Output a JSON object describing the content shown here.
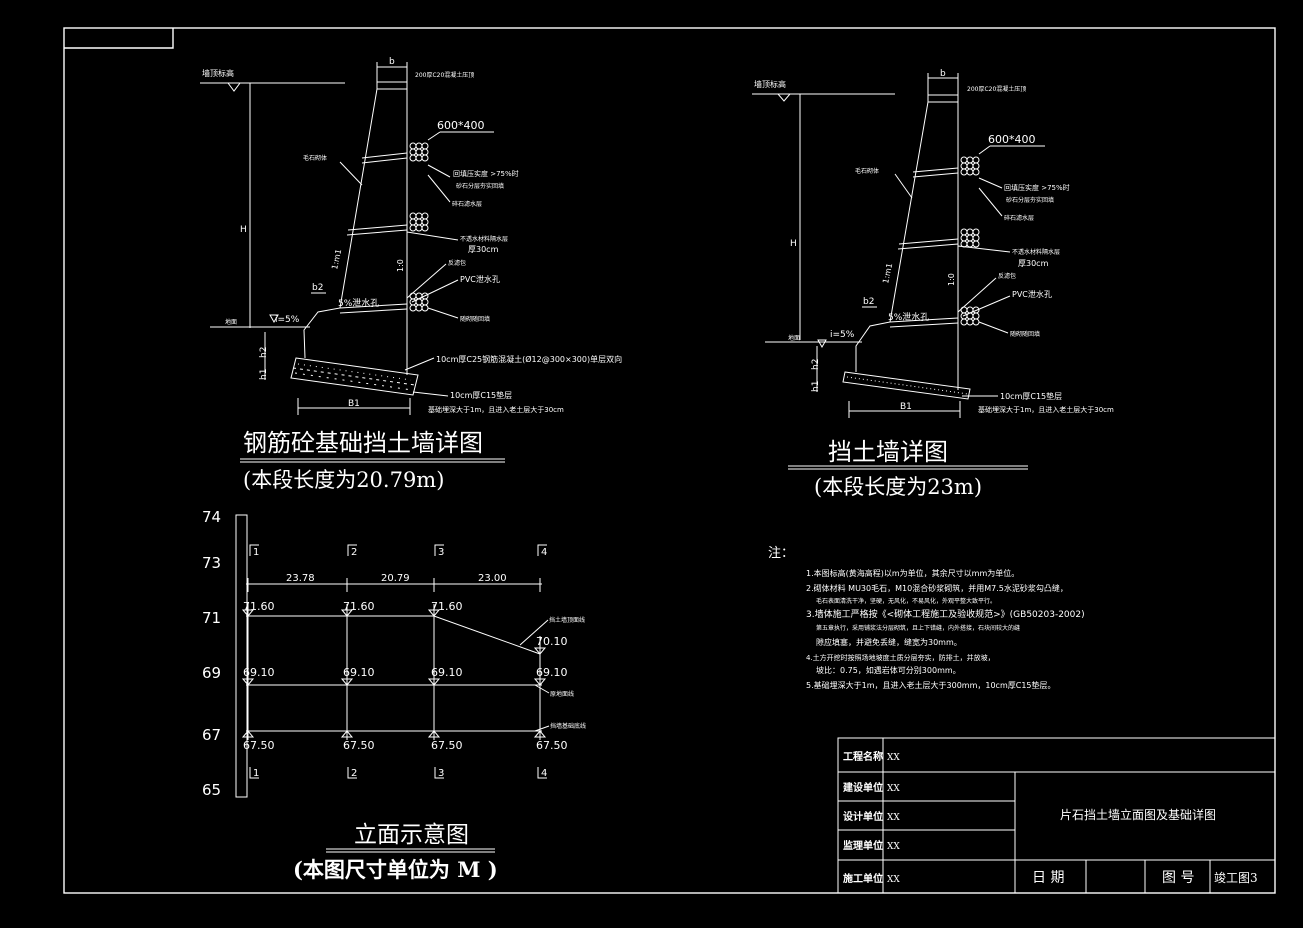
{
  "left_detail": {
    "b_label": "b",
    "cap": "200厚C20混凝土压顶",
    "wall_top_elev": "墙顶标高",
    "pipe_size": "600*400",
    "masonry": "毛石砌体",
    "note_compaction": "回填压实度 >75%时",
    "note_sandstone": "砂石分层夯实回填",
    "note_gravel": "碎石滤水层",
    "note_impermeable": "不透水材料隔水层",
    "note_thick": "厚30cm",
    "note_filter_bag": "反滤包",
    "note_pvc": "PVC泄水孔",
    "note_backfill": "随砌随回填",
    "slope_wall": "1:m1",
    "slope_back": "1:0",
    "H": "H",
    "b2": "b2",
    "pct": "5%",
    "pct_label": "5%泄水孔",
    "ground": "地面",
    "i5": "i=5%",
    "h2": "h2",
    "h1": "h1",
    "base_rc": "10cm厚C25钢筋混凝土(Ø12@300×300)单层双向",
    "base_c15": "10cm厚C15垫层",
    "base_depth": "基础埋深大于1m，且进入老土层大于30cm",
    "B1": "B1",
    "title": "钢筋砼基础挡土墙详图",
    "subtitle": "(本段长度为20.79m)"
  },
  "right_detail": {
    "b_label": "b",
    "cap": "200厚C20混凝土压顶",
    "wall_top_elev": "墙顶标高",
    "pipe_size": "600*400",
    "masonry": "毛石砌体",
    "note_compaction": "回填压实度 >75%时",
    "note_sandstone": "砂石分层夯实回填",
    "note_gravel": "碎石滤水层",
    "note_impermeable": "不透水材料隔水层",
    "note_thick": "厚30cm",
    "note_filter_bag": "反滤包",
    "note_pvc": "PVC泄水孔",
    "note_backfill": "随砌随回填",
    "slope_wall": "1:m1",
    "slope_back": "1:0",
    "H": "H",
    "b2": "b2",
    "pct_label": "5%泄水孔",
    "ground": "地面",
    "i5": "i=5%",
    "h2": "h2",
    "h1": "h1",
    "base_c15": "10cm厚C15垫层",
    "base_depth": "基础埋深大于1m，且进入老土层大于30cm",
    "B1": "B1",
    "title": "挡土墙详图",
    "subtitle": "(本段长度为23m)"
  },
  "elevation": {
    "scale_labels": [
      "74",
      "73",
      "71",
      "69",
      "67",
      "65"
    ],
    "section_labels": [
      "1",
      "2",
      "3",
      "4"
    ],
    "spans": [
      "23.78",
      "20.79",
      "23.00"
    ],
    "top_elevs": [
      "71.60",
      "71.60",
      "71.60",
      "70.10"
    ],
    "mid_elevs": [
      "69.10",
      "69.10",
      "69.10",
      "69.10"
    ],
    "bot_elevs": [
      "67.50",
      "67.50",
      "67.50",
      "67.50"
    ],
    "legend_top": "挡土墙顶面线",
    "legend_mid": "原地面线",
    "legend_bot": "挡墙基础底线",
    "title": "立面示意图",
    "subtitle": "(本图尺寸单位为 M )"
  },
  "notes": {
    "heading": "注：",
    "lines": [
      "1.本图标高(黄海高程)以m为单位，其余尺寸以mm为单位。",
      "2.砌体材料 MU30毛石，M10混合砂浆砌筑，并用M7.5水泥砂浆勾凸缝，",
      "毛石表面清洗干净，坚硬，无风化，不易风化，外观平整大致平行。",
      "3.墙体施工严格按《<砌体工程施工及验收规范>》(GB50203-2002)",
      "第五章执行，采用铺浆法分层砌筑，且上下错缝，内外搭接，石块间较大的缝",
      "隙应填塞，并避免丢缝，缝宽为30mm。",
      "4.土方开挖时按照场地坡度土质分层夯实，防排土，并放坡，",
      "坡比：0.75，如遇岩体可分别300mm。",
      "5.基础埋深大于1m，且进入老土层大于300mm，10cm厚C15垫层。"
    ]
  },
  "title_block": {
    "rows": [
      {
        "label": "工程名称",
        "value": "XX"
      },
      {
        "label": "建设单位",
        "value": "XX"
      },
      {
        "label": "设计单位",
        "value": "XX"
      },
      {
        "label": "监理单位",
        "value": "XX"
      },
      {
        "label": "施工单位",
        "value": "XX"
      }
    ],
    "drawing_title": "片石挡土墙立面图及基础详图",
    "date_label": "日 期",
    "number_label": "图 号",
    "number_value": "竣工图3"
  }
}
